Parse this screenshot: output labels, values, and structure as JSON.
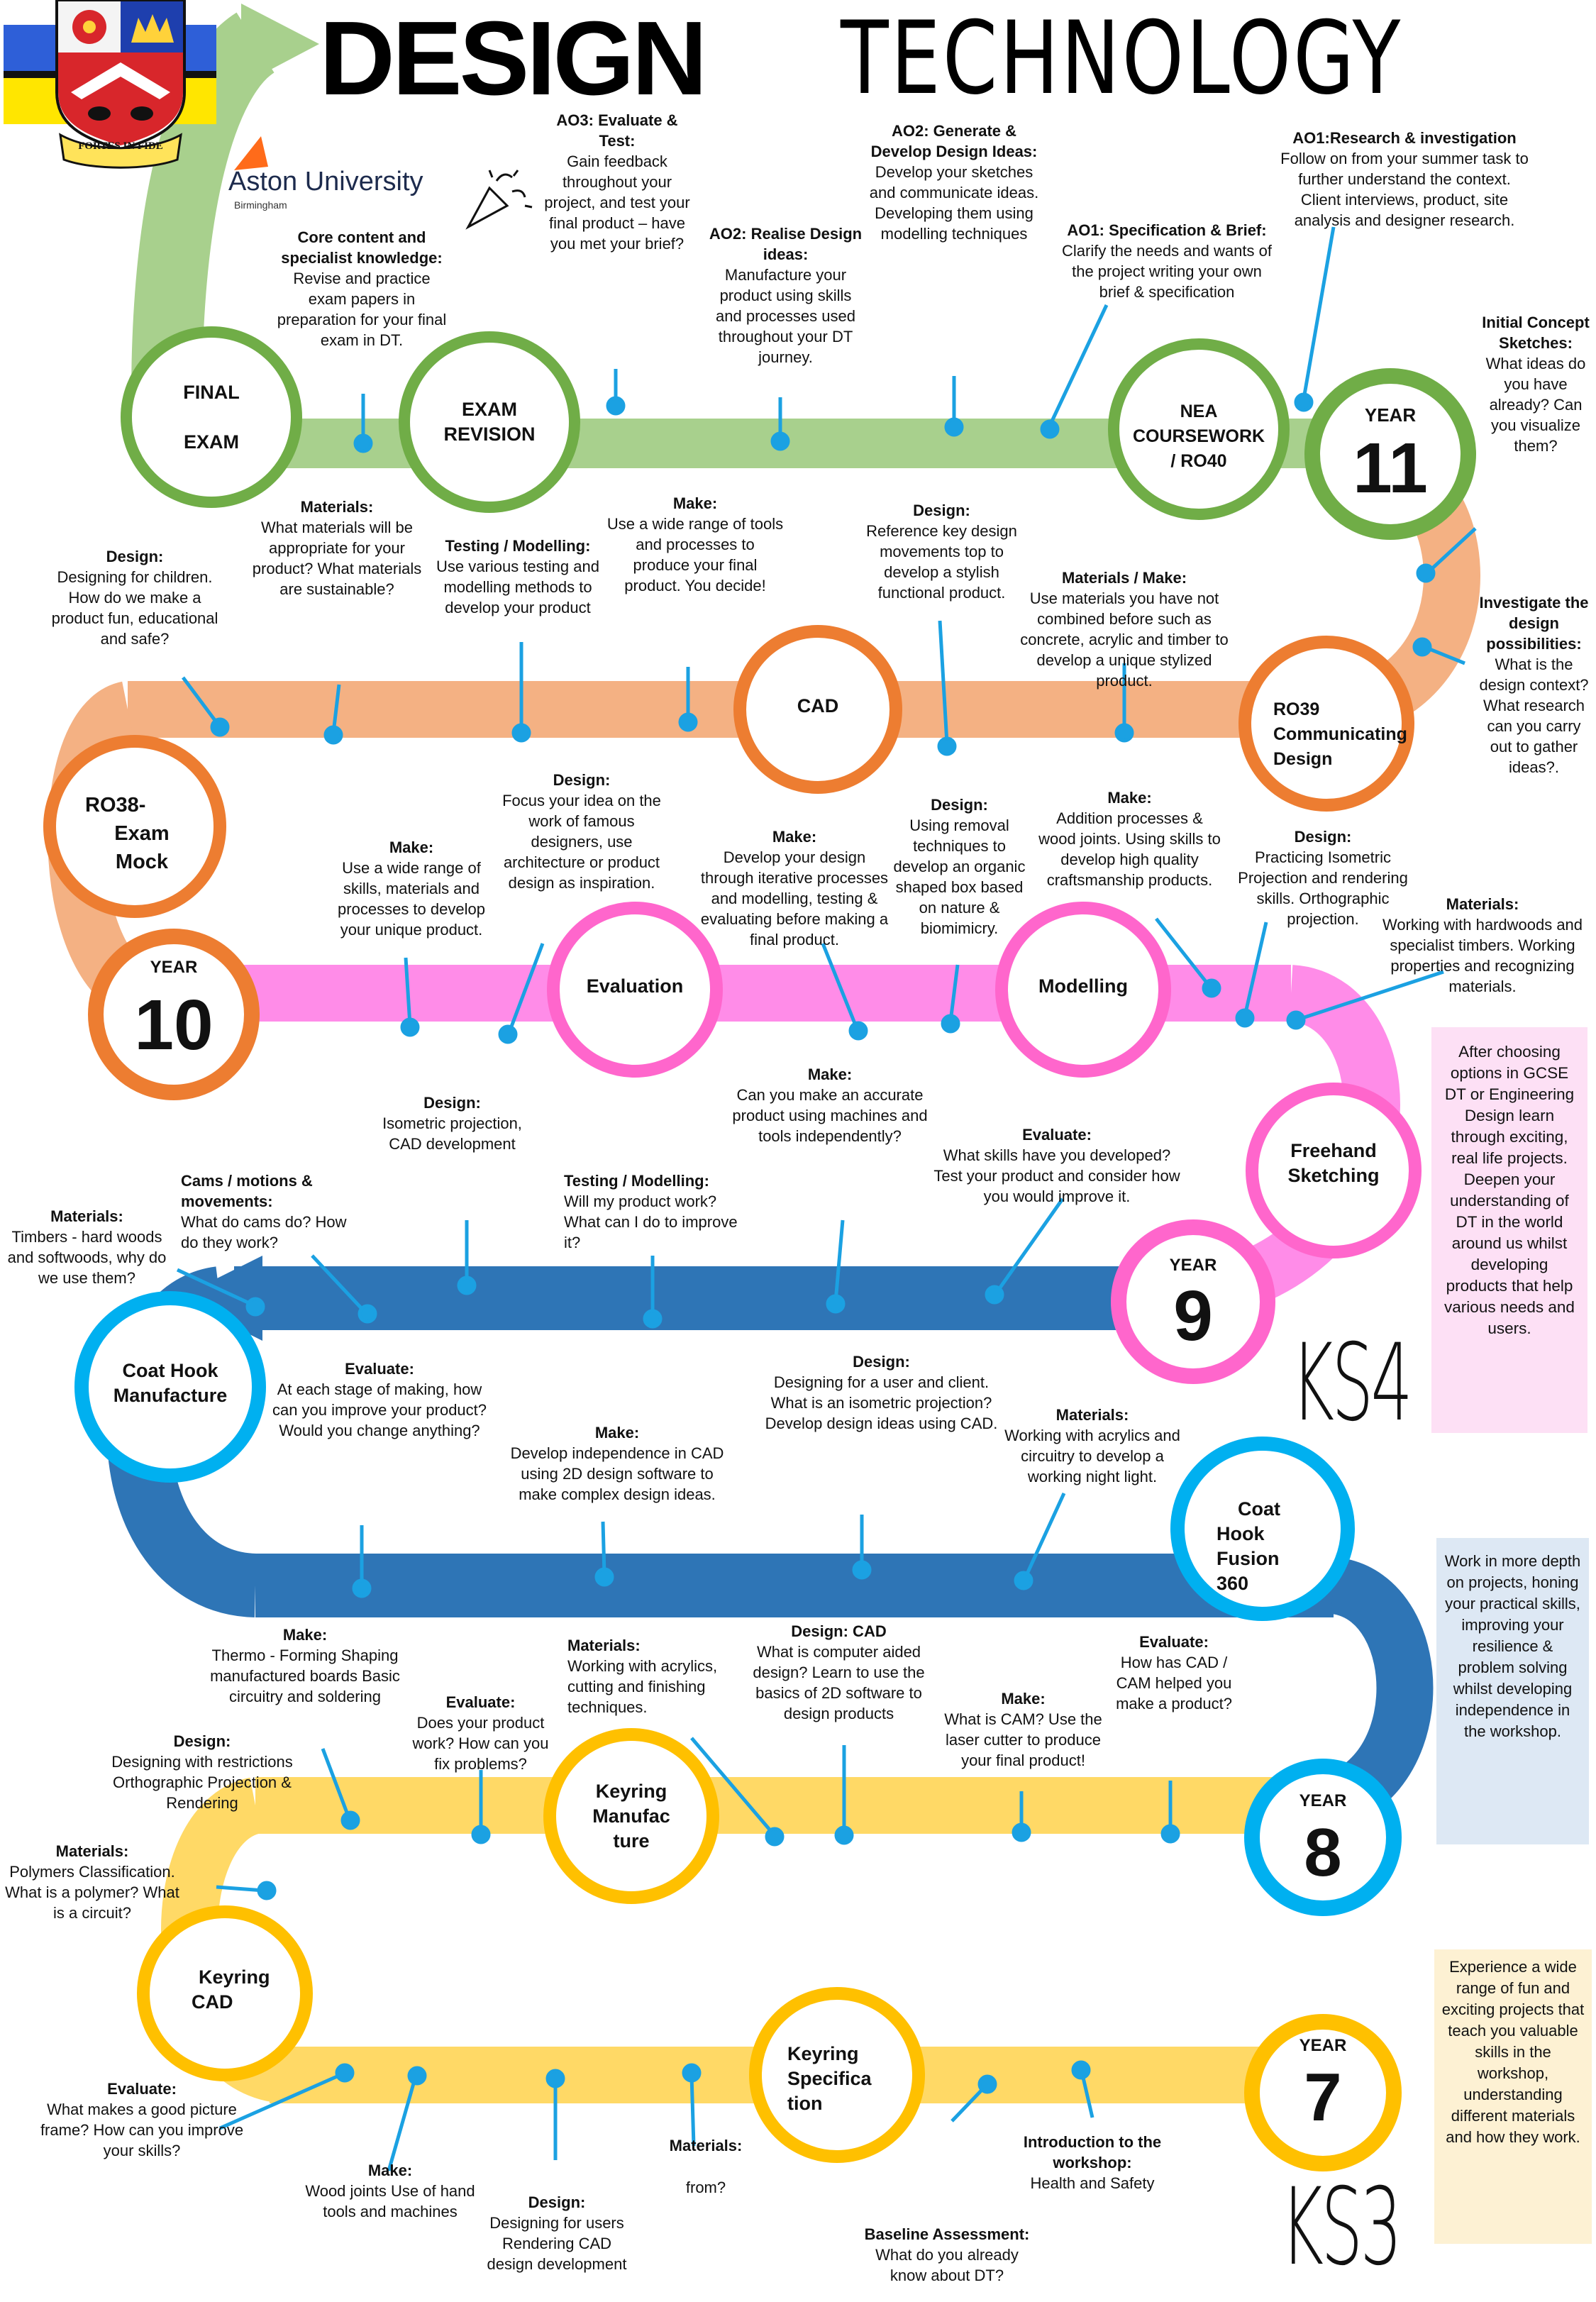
{
  "header": {
    "title_bold": "DESIGN",
    "title_light": "TECHNOLOGY",
    "school_motto": "FORTES IN FIDE",
    "partner_name": "Aston University",
    "partner_sub": "Birmingham"
  },
  "colors": {
    "green": "#a8d08d",
    "green_ring": "#70ad47",
    "orange": "#f4b183",
    "orange_ring": "#ed7d31",
    "pink": "#ff8ce8",
    "pink_ring": "#ff66cc",
    "blue": "#2e75b6",
    "blue_ring": "#00b0f0",
    "yellow": "#ffd966",
    "yellow_ring": "#ffc000",
    "pin": "#1ba1e2"
  },
  "nodes": {
    "final_exam": [
      "FINAL",
      "EXAM"
    ],
    "exam_revision": [
      "EXAM",
      "REVISION"
    ],
    "nea": [
      "NEA",
      "COURSEWORK",
      "/ RO40"
    ],
    "cad": [
      "CAD"
    ],
    "ro39": [
      "RO39",
      "Communicating",
      "Design"
    ],
    "ro38": [
      "RO38-",
      "Exam",
      "Mock"
    ],
    "evaluation": [
      "Evaluation"
    ],
    "modelling": [
      "Modelling"
    ],
    "freehand": [
      "Freehand",
      "Sketching"
    ],
    "coat_hook_manufacture": [
      "Coat Hook",
      "Manufacture"
    ],
    "coat_hook_fusion": [
      "Coat",
      "Hook",
      "Fusion",
      "360"
    ],
    "keyring_manufacture": [
      "Keyring",
      "Manufac",
      "ture"
    ],
    "keyring_cad": [
      "Keyring",
      "CAD"
    ],
    "keyring_spec": [
      "Keyring",
      "Specifica",
      "tion"
    ]
  },
  "years": {
    "y11": {
      "label": "YEAR",
      "num": "11"
    },
    "y10": {
      "label": "YEAR",
      "num": "10"
    },
    "y9": {
      "label": "YEAR",
      "num": "9"
    },
    "y8": {
      "label": "YEAR",
      "num": "8"
    },
    "y7": {
      "label": "YEAR",
      "num": "7"
    }
  },
  "stages": {
    "ks4": "KS4",
    "ks3": "KS3"
  },
  "side_notes": {
    "ks4": "After choosing options in GCSE DT or Engineering Design learn through exciting, real life projects. Deepen your understanding of DT in the world around us whilst developing products that help various needs and users.",
    "y8": "Work in more depth on projects, honing your practical skills, improving your resilience & problem solving whilst developing independence in the workshop.",
    "y7": "Experience a wide range of fun and exciting projects that teach you valuable skills in the workshop, understanding different materials and how they work."
  },
  "notes": {
    "core": {
      "h": "Core content and specialist knowledge:",
      "b": "Revise and practice exam papers in preparation for your final exam in DT."
    },
    "ao3": {
      "h": "AO3: Evaluate & Test:",
      "b": "Gain feedback throughout your project, and test your final product – have you met your brief?"
    },
    "ao2r": {
      "h": "AO2: Realise Design ideas:",
      "b": "Manufacture your product using skills and processes used throughout your DT journey."
    },
    "ao2g": {
      "h": "AO2: Generate & Develop Design Ideas:",
      "b": "Develop your sketches and communicate ideas. Developing them using modelling techniques"
    },
    "ao1s": {
      "h": "AO1: Specification & Brief:",
      "b": "Clarify the needs and wants of the project writing your own brief & specification"
    },
    "ao1r": {
      "h": "AO1:Research & investigation",
      "b": "Follow on from your summer task to further understand the context. Client interviews, product, site analysis and designer research."
    },
    "initial": {
      "h": "Initial Concept Sketches:",
      "b": "What ideas do you have already? Can you visualize them?"
    },
    "y11_materials": {
      "h": "Materials:",
      "b": "What materials will be appropriate for your product? What materials are sustainable?"
    },
    "y11_design_children": {
      "h": "Design:",
      "b": "Designing for children. How do we make a product fun, educational and safe?"
    },
    "y11_testing": {
      "h": "Testing / Modelling:",
      "b": "Use various testing and modelling methods to develop your product"
    },
    "y11_make": {
      "h": "Make:",
      "b": "Use a wide range of tools and processes to produce your final product. You decide!"
    },
    "y11_design_ref": {
      "h": "Design:",
      "b": "Reference key design movements top to develop a stylish functional product."
    },
    "y11_mat_make": {
      "h": "Materials / Make:",
      "b": "Use materials you have not combined before such as concrete, acrylic and timber to develop a unique stylized product."
    },
    "investigate": {
      "h": "Investigate the design possibilities:",
      "b": "What is the design context? What research can you carry out to gather ideas?."
    },
    "y10_make_skills": {
      "h": "Make:",
      "b": "Use a wide range of skills, materials and processes to develop your unique product."
    },
    "y10_design_focus": {
      "h": "Design:",
      "b": "Focus your idea on the work of famous designers, use architecture or product design as inspiration."
    },
    "y10_make_develop": {
      "h": "Make:",
      "b": "Develop your design through iterative processes and modelling, testing & evaluating before making a final product."
    },
    "y10_design_removal": {
      "h": "Design:",
      "b": "Using removal techniques to develop an organic shaped box based on nature & biomimicry."
    },
    "y10_make_addition": {
      "h": "Make:",
      "b": "Addition processes & wood joints. Using skills to develop high quality craftsmanship products."
    },
    "y10_design_iso": {
      "h": "Design:",
      "b": "Practicing Isometric Projection and rendering skills. Orthographic projection."
    },
    "y10_materials": {
      "h": "Materials:",
      "b": "Working with hardwoods and specialist timbers. Working properties and recognizing materials."
    },
    "y10_design_isocad": {
      "h": "Design:",
      "b": "Isometric projection, CAD development"
    },
    "y10_make_accurate": {
      "h": "Make:",
      "b": "Can you make an accurate product using machines and tools independently?"
    },
    "y10_evaluate": {
      "h": "Evaluate:",
      "b": "What skills have you developed? Test your product and consider how you would improve it."
    },
    "y9_materials": {
      "h": "Materials:",
      "b": "Timbers - hard woods and softwoods, why do we use them?"
    },
    "y9_cams": {
      "h": "Cams / motions & movements:",
      "b": "What do cams do? How do they work?"
    },
    "y9_testing": {
      "h": "Testing / Modelling:",
      "b": "Will my product work? What can I do to improve it?"
    },
    "y9_evaluate": {
      "h": "Evaluate:",
      "b": "At each stage of making, how can you improve your product? Would you change anything?"
    },
    "y9_design_user": {
      "h": "Design:",
      "b": "Designing for a user and client. What is an isometric projection? Develop design ideas using CAD."
    },
    "y9_make_cad": {
      "h": "Make:",
      "b": "Develop independence in CAD using 2D design software to make complex design ideas."
    },
    "y9_materials_acrylic": {
      "h": "Materials:",
      "b": "Working with acrylics and circuitry to develop a working night light."
    },
    "y8_make_thermo": {
      "h": "Make:",
      "b": "Thermo - Forming Shaping manufactured boards Basic circuitry and soldering"
    },
    "y8_materials_acrylic": {
      "h": "Materials:",
      "b": "Working with acrylics, cutting and finishing techniques."
    },
    "y8_design_cad": {
      "h": "Design: CAD",
      "b": "What is computer aided design? Learn to use the basics of 2D software to design products"
    },
    "y8_evaluate_cad": {
      "h": "Evaluate:",
      "b": "How has CAD / CAM helped you make a product?"
    },
    "y8_evaluate": {
      "h": "Evaluate:",
      "b": "Does your product work? How can you fix problems?"
    },
    "y8_make_cam": {
      "h": "Make:",
      "b": "What is CAM? Use the laser cutter to produce your final product!"
    },
    "y8_design_restrict": {
      "h": "Design:",
      "b": "Designing with restrictions Orthographic Projection & Rendering"
    },
    "y8_materials_poly": {
      "h": "Materials:",
      "b": "Polymers Classification. What is a polymer? What is a circuit?"
    },
    "y7_evaluate": {
      "h": "Evaluate:",
      "b": "What makes a good picture frame? How can you improve your skills?"
    },
    "y7_make": {
      "h": "Make:",
      "b": "Wood joints Use of hand tools and machines"
    },
    "y7_design": {
      "h": "Design:",
      "b": "Designing for users Rendering CAD design development"
    },
    "y7_materials": {
      "h": "Materials:",
      "b": "from?"
    },
    "y7_baseline": {
      "h": "Baseline Assessment:",
      "b": "What do you already know about DT?"
    },
    "y7_intro": {
      "h": "Introduction to the workshop:",
      "b": "Health and Safety"
    }
  }
}
